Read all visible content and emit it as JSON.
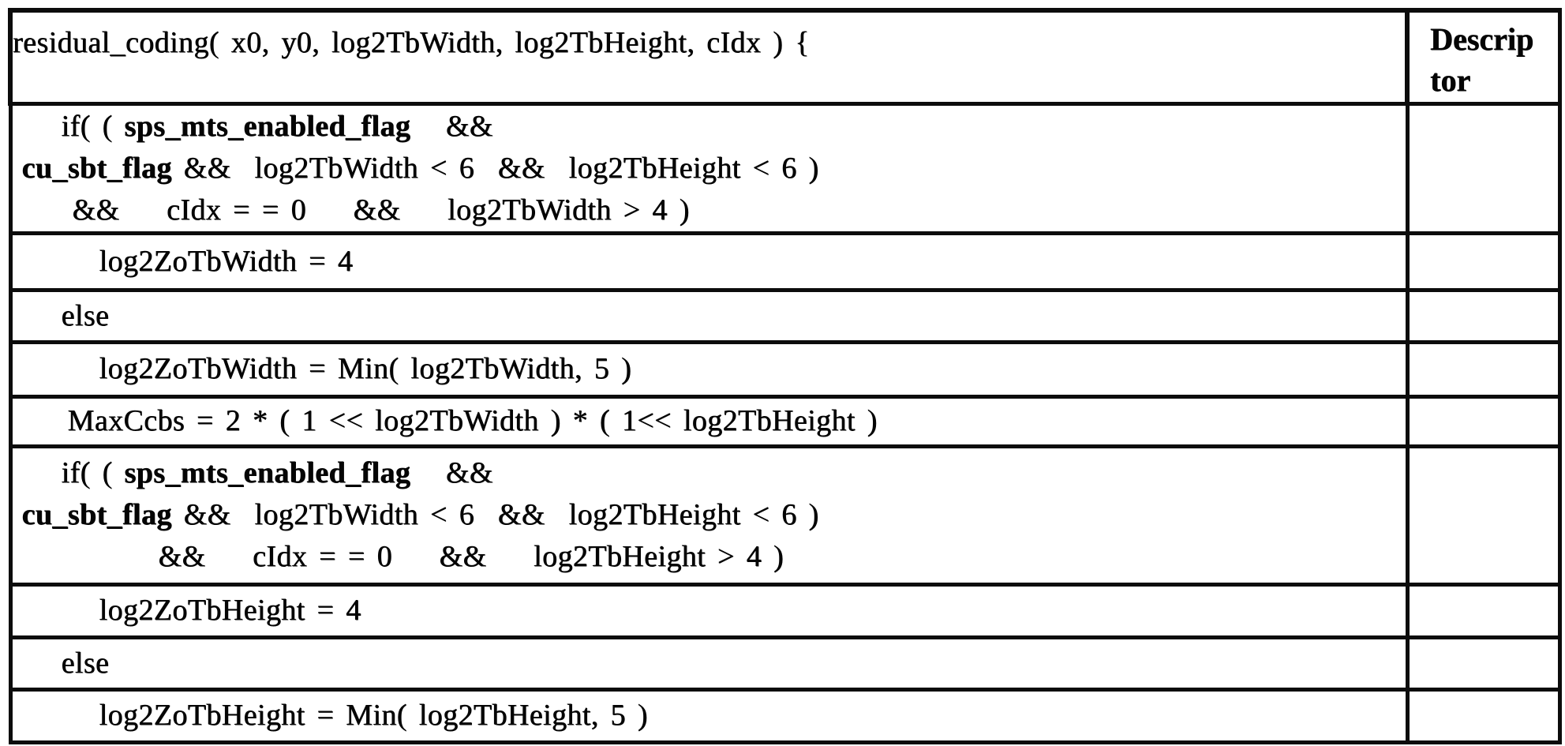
{
  "table": {
    "header": {
      "code": "residual_coding( x0, y0, log2TbWidth, log2TbHeight, cIdx ) {",
      "descriptor_lines": [
        "Descrip",
        "tor"
      ]
    },
    "rows": [
      {
        "height": 162,
        "descriptor": "",
        "lines": [
          {
            "indent": 62,
            "segments": [
              {
                "t": "if( ( ",
                "b": false
              },
              {
                "t": "sps_mts_enabled_flag",
                "b": true
              },
              {
                "t": "   &&",
                "b": false
              }
            ]
          },
          {
            "indent": 12,
            "segments": [
              {
                "t": "cu_sbt_flag",
                "b": true
              },
              {
                "t": " &&  log2TbWidth < 6  &&  log2TbHeight < 6 )",
                "b": false
              }
            ]
          },
          {
            "indent": 76,
            "segments": [
              {
                "t": "&&    cIdx = = 0    &&    log2TbWidth > 4 )",
                "b": false
              }
            ]
          }
        ]
      },
      {
        "height": 72,
        "descriptor": "",
        "lines": [
          {
            "indent": 110,
            "segments": [
              {
                "t": "log2ZoTbWidth = 4",
                "b": false
              }
            ]
          }
        ]
      },
      {
        "height": 66,
        "descriptor": "",
        "lines": [
          {
            "indent": 62,
            "segments": [
              {
                "t": "else",
                "b": false
              }
            ]
          }
        ]
      },
      {
        "height": 69,
        "descriptor": "",
        "lines": [
          {
            "indent": 110,
            "segments": [
              {
                "t": "log2ZoTbWidth = Min( log2TbWidth, 5 )",
                "b": false
              }
            ]
          }
        ]
      },
      {
        "height": 63,
        "descriptor": "",
        "lines": [
          {
            "indent": 70,
            "segments": [
              {
                "t": "MaxCcbs = 2 * ( 1 << log2TbWidth ) * ( 1<< log2TbHeight )",
                "b": false
              }
            ]
          }
        ]
      },
      {
        "height": 175,
        "descriptor": "",
        "lines": [
          {
            "indent": 62,
            "segments": [
              {
                "t": "if( ( ",
                "b": false
              },
              {
                "t": "sps_mts_enabled_flag",
                "b": true
              },
              {
                "t": "   &&",
                "b": false
              }
            ]
          },
          {
            "indent": 12,
            "segments": [
              {
                "t": "cu_sbt_flag",
                "b": true
              },
              {
                "t": " &&  log2TbWidth < 6  &&  log2TbHeight < 6 )",
                "b": false
              }
            ]
          },
          {
            "indent": 185,
            "segments": [
              {
                "t": "&&    cIdx = = 0    &&    log2TbHeight > 4 )",
                "b": false
              }
            ]
          }
        ]
      },
      {
        "height": 67,
        "descriptor": "",
        "lines": [
          {
            "indent": 110,
            "segments": [
              {
                "t": "log2ZoTbHeight = 4",
                "b": false
              }
            ]
          }
        ]
      },
      {
        "height": 66,
        "descriptor": "",
        "lines": [
          {
            "indent": 62,
            "segments": [
              {
                "t": "else",
                "b": false
              }
            ]
          }
        ]
      },
      {
        "height": 67,
        "descriptor": "",
        "lines": [
          {
            "indent": 110,
            "segments": [
              {
                "t": "log2ZoTbHeight = Min( log2TbHeight, 5 )",
                "b": false
              }
            ]
          }
        ]
      }
    ]
  }
}
